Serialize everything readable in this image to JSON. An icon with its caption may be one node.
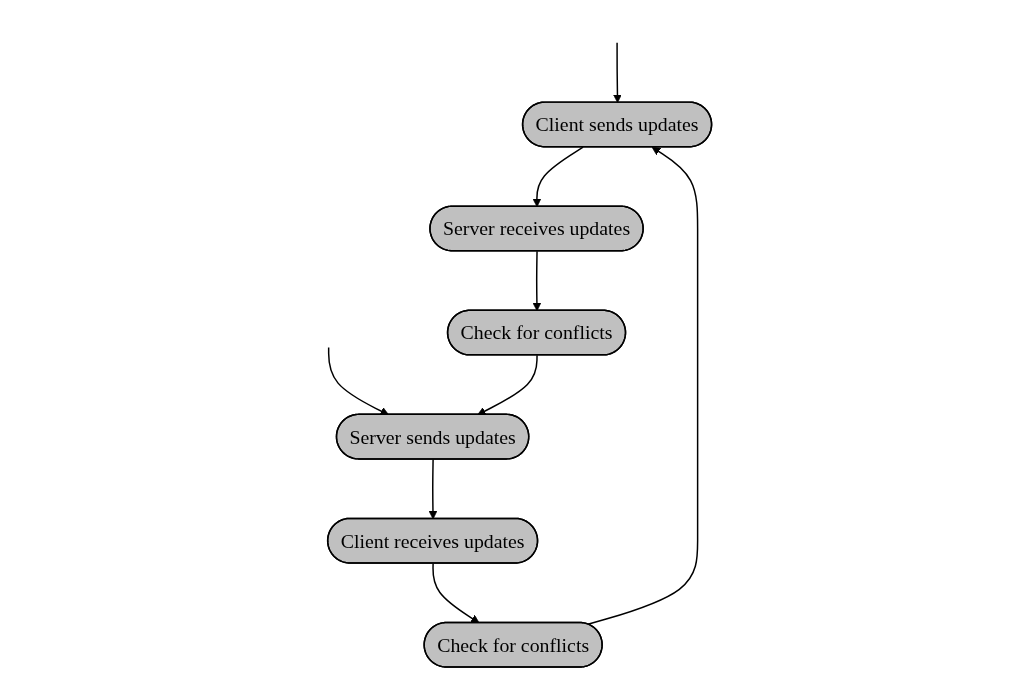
{
  "diagram": {
    "nodes": [
      {
        "text": [
          "Client sends updates"
        ]
      },
      {
        "text": [
          "Server sends updates"
        ]
      },
      {
        "text": [
          "Client receives updates"
        ]
      },
      {
        "text": [
          "Server receives updates"
        ]
      },
      {
        "text": [
          "Check for conflicts"
        ]
      },
      {
        "text": [
          "Check for conflicts"
        ]
      }
    ],
    "edges": [
      {
        "from": null,
        "to": 0,
        "arrow": "to"
      },
      {
        "from": null,
        "to": 1,
        "arrow": "to"
      },
      {
        "from": 0,
        "to": 3,
        "arrow": "to"
      },
      {
        "from": 1,
        "to": 2,
        "arrow": "to"
      },
      {
        "from": 2,
        "to": 4,
        "arrow": "to"
      },
      {
        "from": 3,
        "to": 5,
        "arrow": "to"
      },
      {
        "from": 4,
        "to": 0,
        "arrow": "to"
      },
      {
        "from": 5,
        "to": 1,
        "arrow": "to"
      }
    ]
  }
}
